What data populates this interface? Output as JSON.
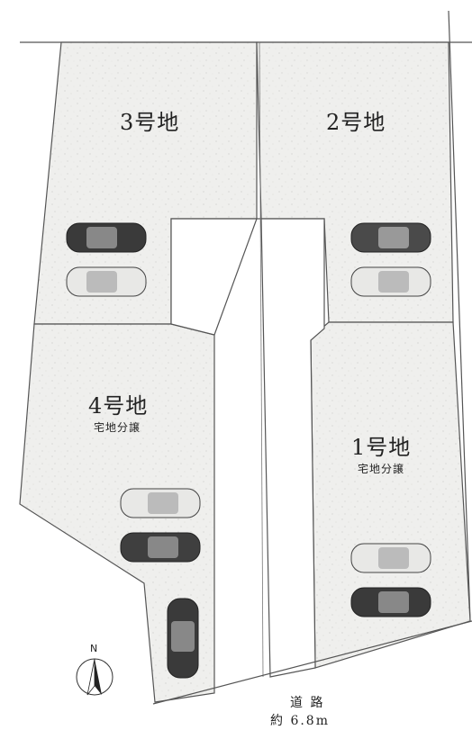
{
  "lots": [
    {
      "id": "lot-3",
      "name": "3号地"
    },
    {
      "id": "lot-2",
      "name": "2号地"
    },
    {
      "id": "lot-4",
      "name": "4号地",
      "note": "宅地分譲"
    },
    {
      "id": "lot-1",
      "name": "1号地",
      "note": "宅地分譲"
    }
  ],
  "road": {
    "name": "道 路",
    "width": "約 6.8m"
  },
  "compass": {
    "label": "N"
  },
  "colors": {
    "lot_fill": "#eeeeec",
    "line": "#555555",
    "car_dark": "#3a3a3a",
    "car_light": "#e8e8e6"
  }
}
